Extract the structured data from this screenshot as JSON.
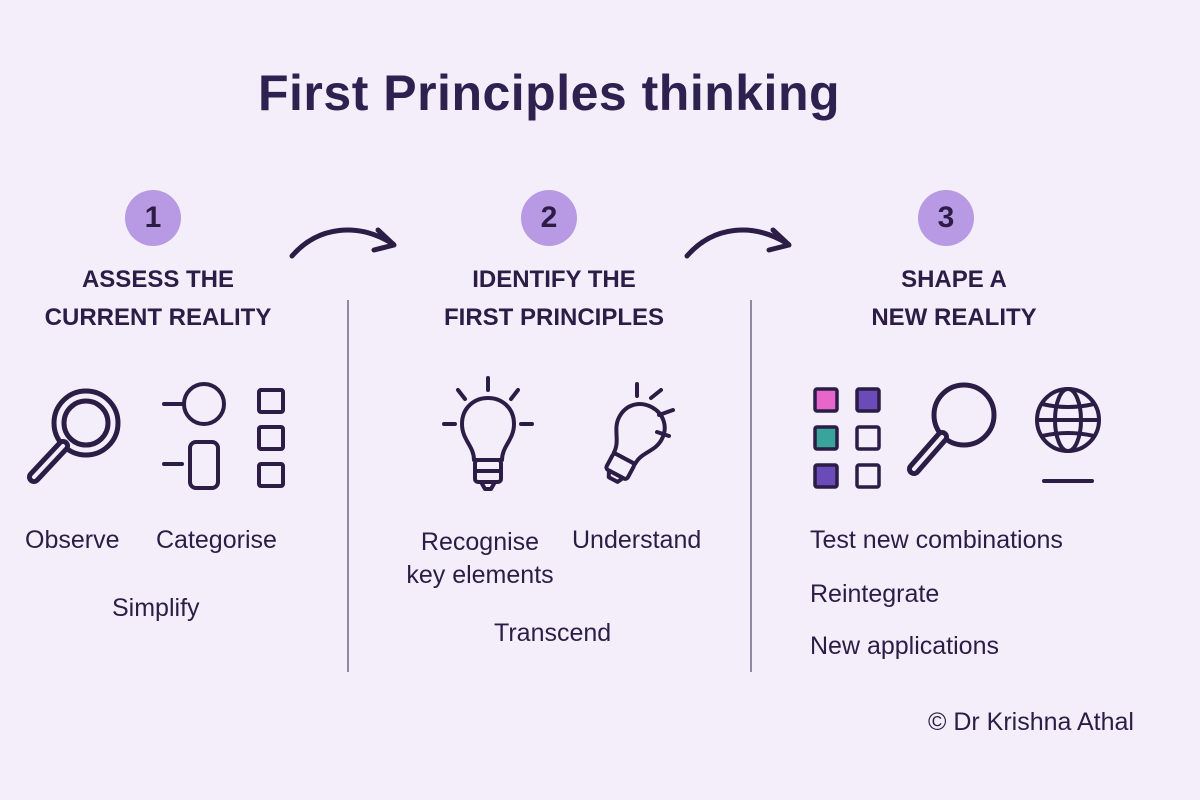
{
  "title": "First Principles thinking",
  "steps": [
    {
      "number": "1",
      "heading_line1": "ASSESS THE",
      "heading_line2": "CURRENT REALITY",
      "labels": [
        "Observe",
        "Categorise",
        "Simplify"
      ],
      "icons": [
        "magnifier-icon",
        "categorise-icon",
        "checkbox-list-icon"
      ]
    },
    {
      "number": "2",
      "heading_line1": "IDENTIFY THE",
      "heading_line2": "FIRST PRINCIPLES",
      "labels": [
        "Recognise",
        "key elements",
        "Understand",
        "Transcend"
      ],
      "icons": [
        "lightbulb-icon",
        "tilted-lightbulb-icon"
      ]
    },
    {
      "number": "3",
      "heading_line1": "SHAPE A",
      "heading_line2": "NEW REALITY",
      "labels": [
        "Test new combinations",
        "Reintegrate",
        "New applications"
      ],
      "icons": [
        "colored-grid-icon",
        "magnifier-icon",
        "globe-icon"
      ]
    }
  ],
  "credit": "© Dr Krishna Athal",
  "colors": {
    "background": "#f4eefa",
    "badge": "#b79ae3",
    "ink": "#2b1d45",
    "pink": "#e667c9",
    "purple": "#6b4bb8",
    "teal": "#3aa39a"
  }
}
